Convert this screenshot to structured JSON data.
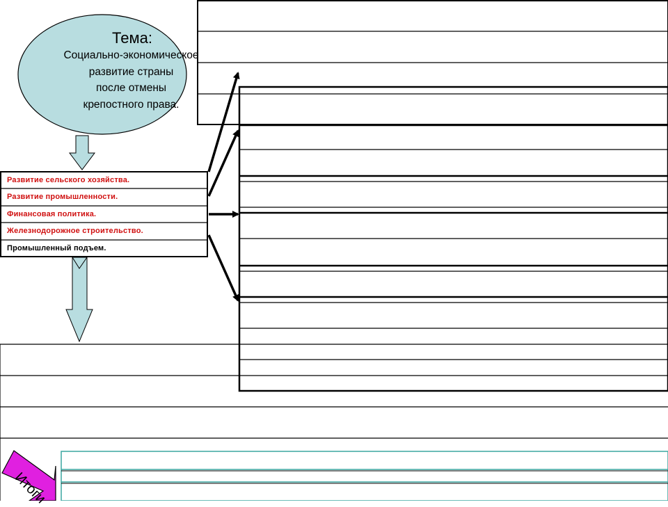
{
  "topic": {
    "heading": "Тема:",
    "lines": [
      "Социально-экономическое",
      "развитие страны",
      "после отмены",
      "крепостного права."
    ]
  },
  "list": {
    "items": [
      {
        "label": "Развитие сельского хозяйства.",
        "color": "#d01010"
      },
      {
        "label": "Развитие промышленности.",
        "color": "#d01010"
      },
      {
        "label": "Финансовая политика.",
        "color": "#d01010"
      },
      {
        "label": "Железнодорожное строительство.",
        "color": "#d01010"
      },
      {
        "label": "Промышленный подъем.",
        "color": "#000000"
      }
    ]
  },
  "summary": {
    "label": "Итоги"
  },
  "colors": {
    "ellipse_fill": "#b8dde0",
    "arrow_fill": "#b8dde0",
    "summary_arrow_fill": "#e020e0",
    "table_border_teal": "#3aa6a0"
  }
}
